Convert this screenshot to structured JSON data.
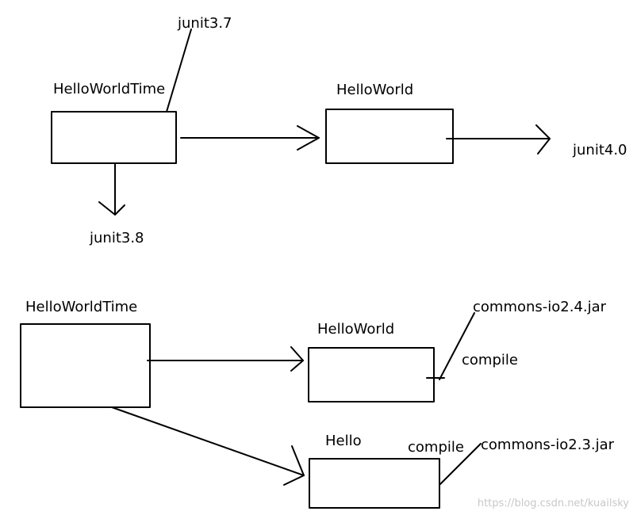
{
  "colors": {
    "ink": "#000000",
    "background": "#ffffff",
    "watermark": "#c8c8c8"
  },
  "diagram_top": {
    "node_root": "HelloWorldTime",
    "node_child": "HelloWorld",
    "dep_root_old": "junit3.7",
    "dep_root_new": "junit3.8",
    "dep_child": "junit4.0"
  },
  "diagram_bottom": {
    "node_root": "HelloWorldTime",
    "node_child_a": "HelloWorld",
    "node_child_b": "Hello",
    "dep_a": "commons-io2.4.jar",
    "scope_a": "compile",
    "dep_b": "commons-io2.3.jar",
    "scope_b": "compile"
  },
  "watermark": "https://blog.csdn.net/kuailsky"
}
